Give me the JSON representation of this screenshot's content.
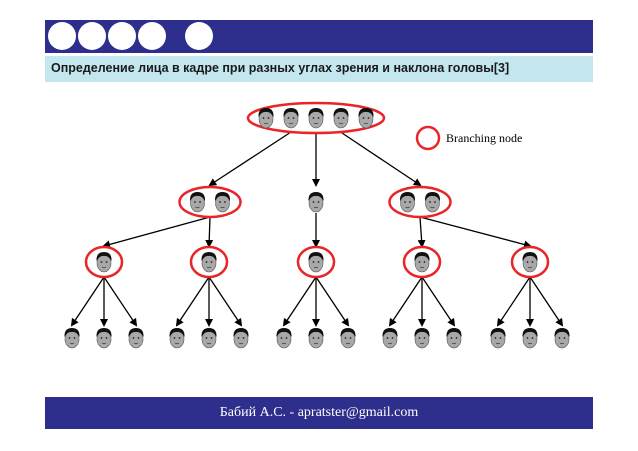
{
  "header": {
    "decor_circles": 5
  },
  "title": {
    "text": "Определение лица в кадре при разных углах зрения и наклона головы[3]"
  },
  "diagram": {
    "legend_label": "Branching node",
    "colors": {
      "node_ring": "#e8262a",
      "arrow": "#000000",
      "face_skin": "#a8a8a8",
      "face_hair": "#111111"
    },
    "levels": [
      {
        "level": 0,
        "nodes": [
          {
            "faces": 5,
            "branching": true
          }
        ]
      },
      {
        "level": 1,
        "nodes": [
          {
            "faces": 2,
            "branching": true
          },
          {
            "faces": 1,
            "branching": false
          },
          {
            "faces": 2,
            "branching": true
          }
        ]
      },
      {
        "level": 2,
        "nodes": [
          {
            "faces": 1,
            "branching": true
          },
          {
            "faces": 1,
            "branching": true
          },
          {
            "faces": 1,
            "branching": true
          },
          {
            "faces": 1,
            "branching": true
          },
          {
            "faces": 1,
            "branching": true
          }
        ]
      },
      {
        "level": 3,
        "leaves_per_parent": 3,
        "leaf_count": 15
      }
    ]
  },
  "footer": {
    "text": "Бабий А.С.  - apratster@gmail.com"
  }
}
